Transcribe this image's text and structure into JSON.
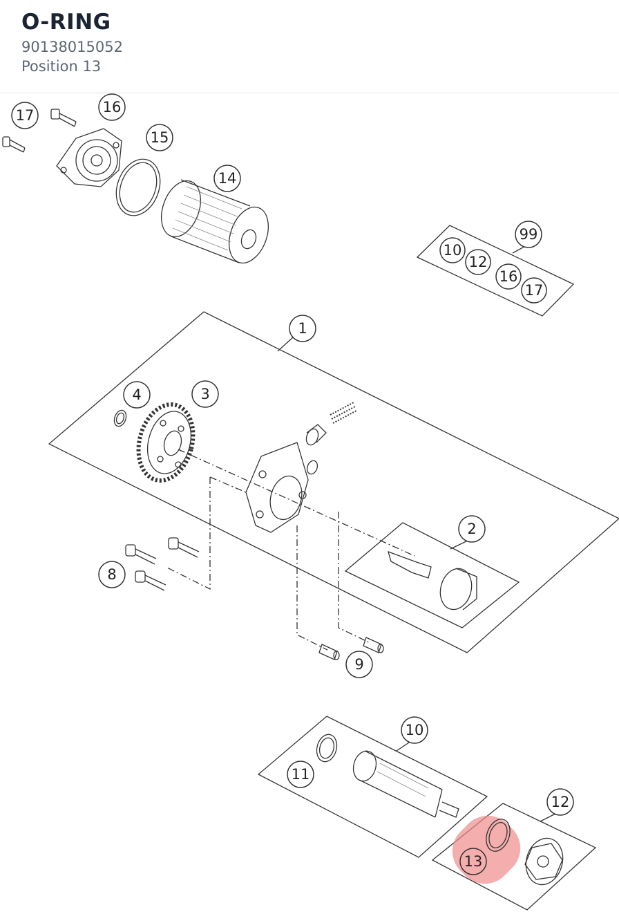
{
  "part": {
    "title": "O-RING",
    "number": "90138015052",
    "position": "Position 13"
  },
  "callouts": [
    "1",
    "2",
    "3",
    "4",
    "8",
    "9",
    "10",
    "11",
    "12",
    "13",
    "14",
    "15",
    "16",
    "17",
    "99"
  ],
  "kit99": [
    "10",
    "12",
    "16",
    "17"
  ],
  "highlight_color": "#f08b8b"
}
